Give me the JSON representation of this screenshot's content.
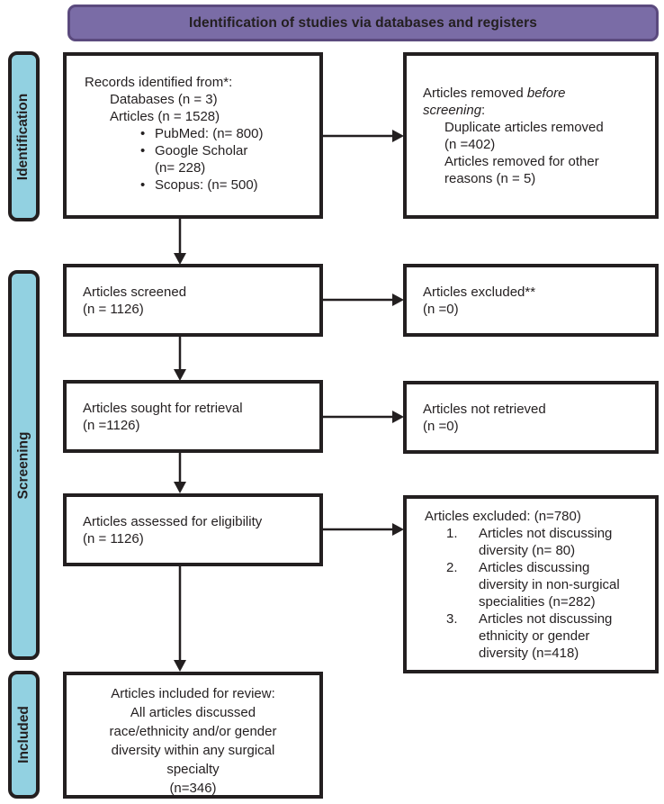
{
  "header": {
    "title": "Identification of studies via databases and registers"
  },
  "colors": {
    "header_fill": "#7a6ca6",
    "header_border": "#5b4a7e",
    "stage_fill": "#92d1e1",
    "box_border": "#231f20",
    "text": "#231f20"
  },
  "sidebar": {
    "identification": "Identification",
    "screening": "Screening",
    "included": "Included"
  },
  "glyphs": {
    "bullet": "•"
  },
  "boxes": {
    "records": {
      "line1": "Records identified from*:",
      "line2": "Databases (n = 3)",
      "line3": "Articles (n = 1528)",
      "bullets": [
        [
          "PubMed: (n= 800)"
        ],
        [
          "Google Scholar",
          "(n= 228)"
        ],
        [
          "Scopus: (n= 500)"
        ]
      ]
    },
    "removed": {
      "line1_normal": "Articles removed ",
      "line1_italic": "before",
      "line2_italic": "screening",
      "line2_normal": ":",
      "subs": [
        [
          "Duplicate articles removed",
          "(n =402)"
        ],
        [
          "Articles removed for other",
          "reasons (n = 5)"
        ]
      ]
    },
    "screened": {
      "line1": "Articles screened",
      "line2": "(n = 1126)"
    },
    "excluded1": {
      "line1": "Articles excluded**",
      "line2": "(n =0)"
    },
    "sought": {
      "line1": "Articles sought for retrieval",
      "line2": "(n =1126)"
    },
    "not_retrieved": {
      "line1": "Articles not retrieved",
      "line2": "(n =0)"
    },
    "assessed": {
      "line1": "Articles assessed for eligibility",
      "line2": "(n = 1126)"
    },
    "excluded2": {
      "title": "Articles excluded: (n=780)",
      "items": [
        {
          "num": "1.",
          "lines": [
            "Articles not discussing",
            "diversity (n= 80)"
          ]
        },
        {
          "num": "2.",
          "lines": [
            "Articles discussing",
            "diversity in non-surgical",
            "specialities (n=282)"
          ]
        },
        {
          "num": "3.",
          "lines": [
            "Articles not discussing",
            "ethnicity or gender",
            "diversity (n=418)"
          ]
        }
      ]
    },
    "included": {
      "lines": [
        "Articles included for review:",
        "All articles discussed",
        "race/ethnicity and/or gender",
        "diversity within any surgical",
        "specialty",
        "(n=346)"
      ]
    }
  }
}
